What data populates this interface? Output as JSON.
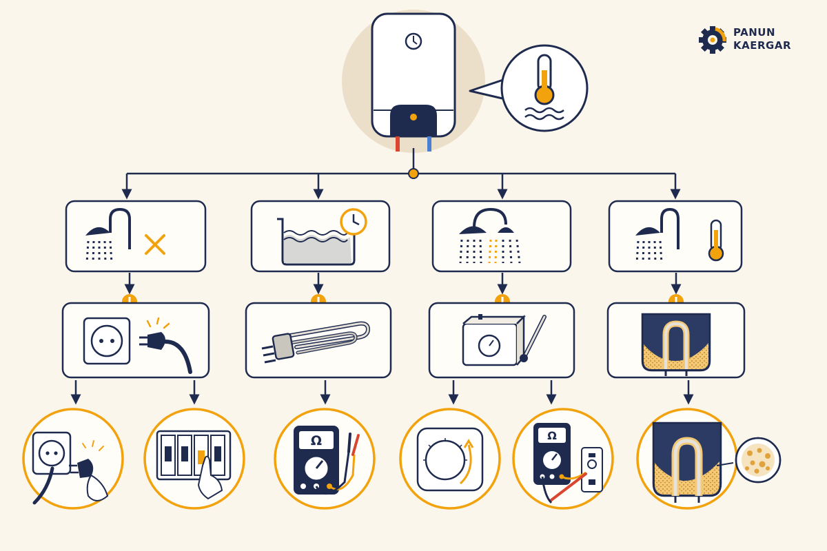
{
  "brand": {
    "line1": "PANUN",
    "line2": "KAERGAR",
    "colors": {
      "navy": "#1e2b4f",
      "orange": "#f2a20c",
      "cream": "#fbf6ec",
      "tan": "#e8dbc7"
    }
  },
  "diagram": {
    "type": "troubleshooting-flowchart",
    "root": {
      "icon": "water-heater-icon",
      "callout_icon": "thermometer-water-icon"
    },
    "branches": [
      {
        "symptom_icon": "shower-no-water-icon",
        "cause_icon": "socket-unplugged-icon",
        "fixes": [
          "plug-in-socket-icon",
          "circuit-breaker-switch-icon"
        ]
      },
      {
        "symptom_icon": "slow-heating-tank-icon",
        "cause_icon": "heating-element-icon",
        "fixes": [
          "multimeter-ohm-icon"
        ]
      },
      {
        "symptom_icon": "shower-lukewarm-water-icon",
        "cause_icon": "thermostat-icon",
        "fixes": [
          "thermostat-dial-adjust-icon",
          "multimeter-thermostat-test-icon"
        ]
      },
      {
        "symptom_icon": "shower-overheating-icon",
        "cause_icon": "scaled-heating-element-icon",
        "fixes": [
          "scale-buildup-zoom-icon"
        ]
      }
    ]
  }
}
